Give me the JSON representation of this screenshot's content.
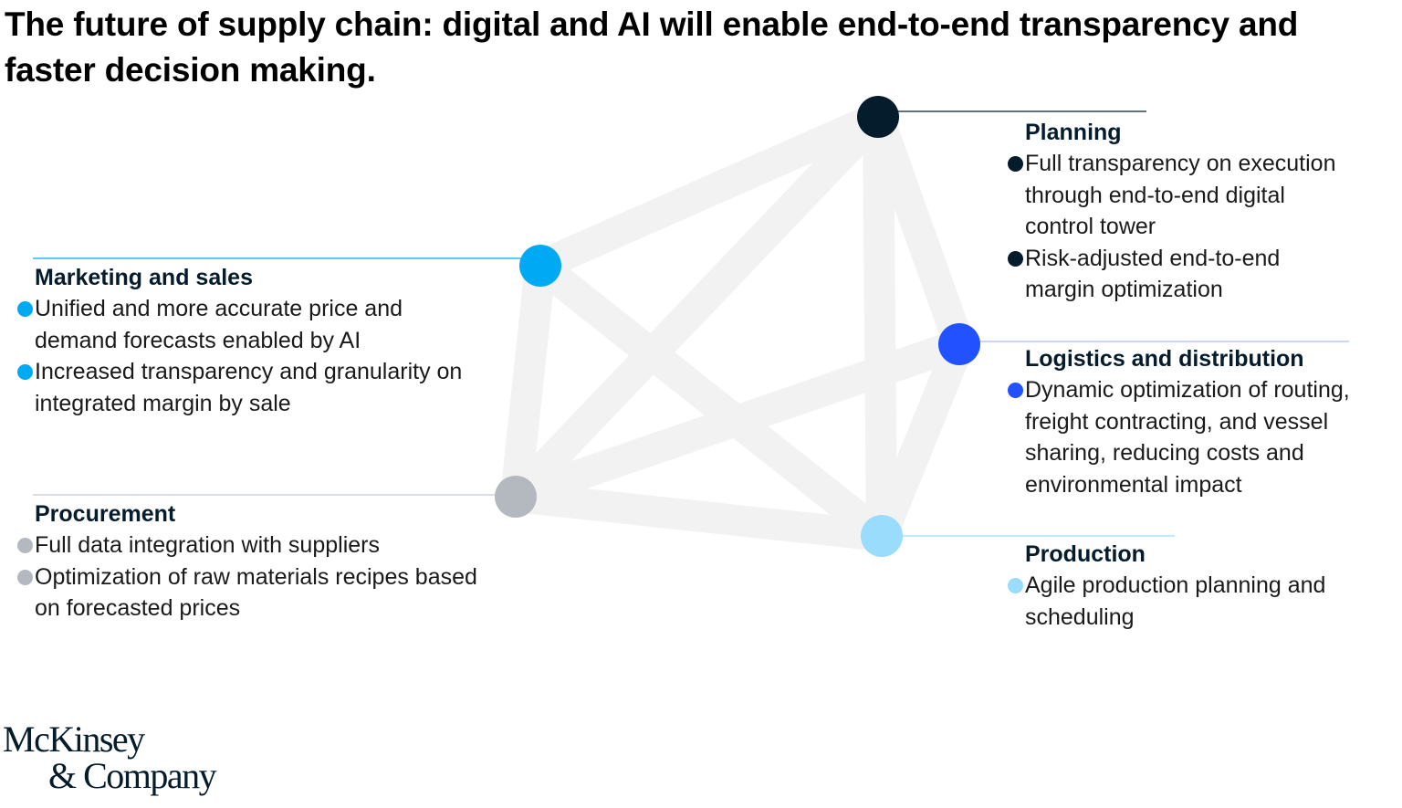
{
  "title": "The future of supply chain: digital and AI will enable end-to-end transparency and faster decision making.",
  "nodes": {
    "planning": {
      "color": "#051c2c"
    },
    "marketing": {
      "color": "#00a9f4"
    },
    "logistics": {
      "color": "#2251ff"
    },
    "procurement": {
      "color": "#b3b9bf"
    },
    "production": {
      "color": "#99dcfb"
    }
  },
  "blocks": {
    "marketing": {
      "heading": "Marketing and sales",
      "items": [
        "Unified and more accurate price and demand forecasts enabled by AI",
        "Increased transparency and granularity on integrated margin by sale"
      ]
    },
    "procurement": {
      "heading": "Procurement",
      "items": [
        "Full data integration with suppliers",
        "Optimization of raw materials recipes based on forecasted prices"
      ]
    },
    "planning": {
      "heading": "Planning",
      "items": [
        "Full transparency on execution through end-to-end digital control tower",
        "Risk-adjusted end-to-end margin optimization"
      ]
    },
    "logistics": {
      "heading": "Logistics and distribution",
      "items": [
        "Dynamic optimization of routing, freight contracting, and vessel sharing, reducing costs and environmental impact"
      ]
    },
    "production": {
      "heading": "Production",
      "items": [
        "Agile production planning and scheduling"
      ]
    }
  },
  "logo": {
    "line1": "McKinsey",
    "line2": "& Company"
  }
}
